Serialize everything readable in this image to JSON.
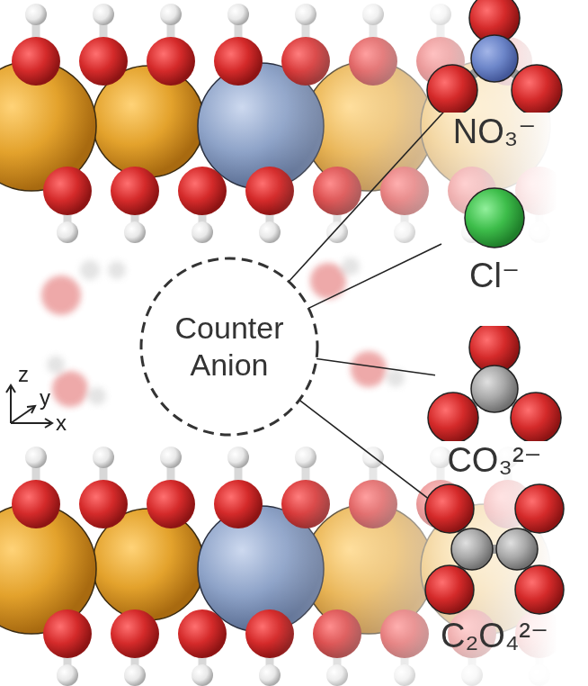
{
  "diagram": {
    "nodes": [
      {
        "text": [
          "Counter Anion"
        ]
      },
      {
        "text": [
          "NO₃⁻"
        ]
      },
      {
        "text": [
          "Cl⁻"
        ]
      },
      {
        "text": [
          "CO₃²⁻"
        ]
      },
      {
        "text": [
          "C₂O₄²⁻"
        ]
      }
    ],
    "edges": [
      {
        "from": 0,
        "to": 1,
        "arrow": "none"
      },
      {
        "from": 0,
        "to": 2,
        "arrow": "none"
      },
      {
        "from": 0,
        "to": 3,
        "arrow": "none"
      },
      {
        "from": 0,
        "to": 4,
        "arrow": "none"
      }
    ],
    "labels": [
      "z",
      "y",
      "x"
    ]
  }
}
